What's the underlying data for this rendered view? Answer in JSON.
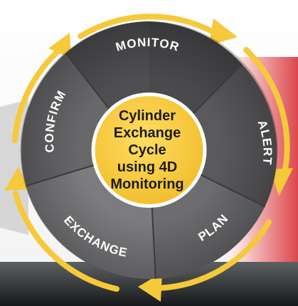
{
  "diagram": {
    "center_lines": [
      "Cylinder",
      "Exchange",
      "Cycle",
      "using 4D",
      "Monitoring"
    ],
    "stages": [
      {
        "label": "MONITOR"
      },
      {
        "label": "ALERT"
      },
      {
        "label": "PLAN"
      },
      {
        "label": "EXCHANGE"
      },
      {
        "label": "CONFIRM"
      }
    ]
  },
  "colors": {
    "arrow_ring": "#f6c93a",
    "center_disc": "#f5c842",
    "segment_dark": "#4a4a4d",
    "segment_mid": "#5e5e61",
    "segment_light": "#7c7c7f",
    "background_red": "#d8333b"
  }
}
